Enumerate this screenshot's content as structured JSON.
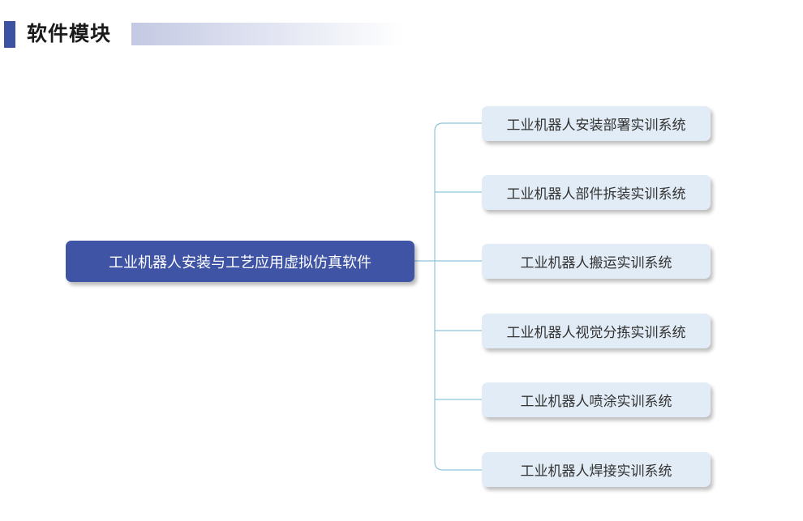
{
  "header": {
    "title": "软件模块"
  },
  "mindmap": {
    "root": "工业机器人安装与工艺应用虚拟仿真软件",
    "children": [
      "工业机器人安装部署实训系统",
      "工业机器人部件拆装实训系统",
      "工业机器人搬运实训系统",
      "工业机器人视觉分拣实训系统",
      "工业机器人喷涂实训系统",
      "工业机器人焊接实训系统"
    ]
  },
  "colors": {
    "accent": "#3d52a1",
    "root_fill": "#3f54a5",
    "child_fill": "#e2ecf6",
    "connector": "#8fc5dc"
  }
}
